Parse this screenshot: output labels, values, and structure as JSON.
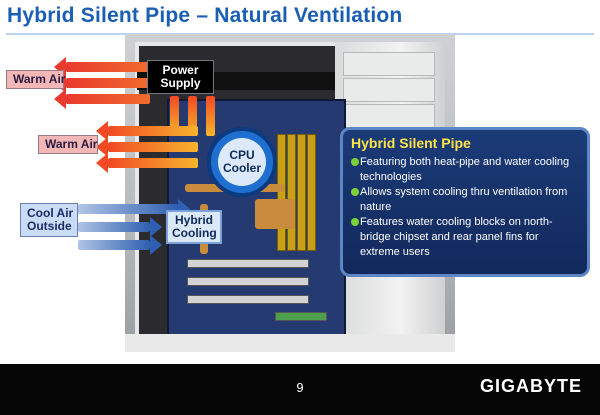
{
  "title": "Hybrid Silent Pipe – Natural Ventilation",
  "labels": {
    "warm_air_top": "Warm Air",
    "warm_air_mid": "Warm Air",
    "power_supply": [
      "Power",
      "Supply"
    ],
    "cool_air_outside": [
      "Cool Air",
      "Outside"
    ],
    "cpu_cooler": [
      "CPU",
      "Cooler"
    ],
    "hybrid_cooling": [
      "Hybrid",
      "Cooling"
    ]
  },
  "panel": {
    "title": "Hybrid Silent Pipe",
    "items": [
      "Featuring both heat-pipe and water cooling technologies",
      "Allows system cooling thru ventilation from nature",
      "Features water cooling blocks on north-bridge chipset and rear panel fins for extreme users"
    ]
  },
  "footer": {
    "page_number": "9",
    "brand": "GIGABYTE"
  },
  "colors": {
    "title_blue": "#1a5fb4",
    "panel_bg": "#1b3b78",
    "panel_title": "#ffe34a",
    "bullet_green": "#7cd03a",
    "warm_label_bg": "#f3b8b6",
    "cool_label_bg": "#c9dcf5"
  }
}
